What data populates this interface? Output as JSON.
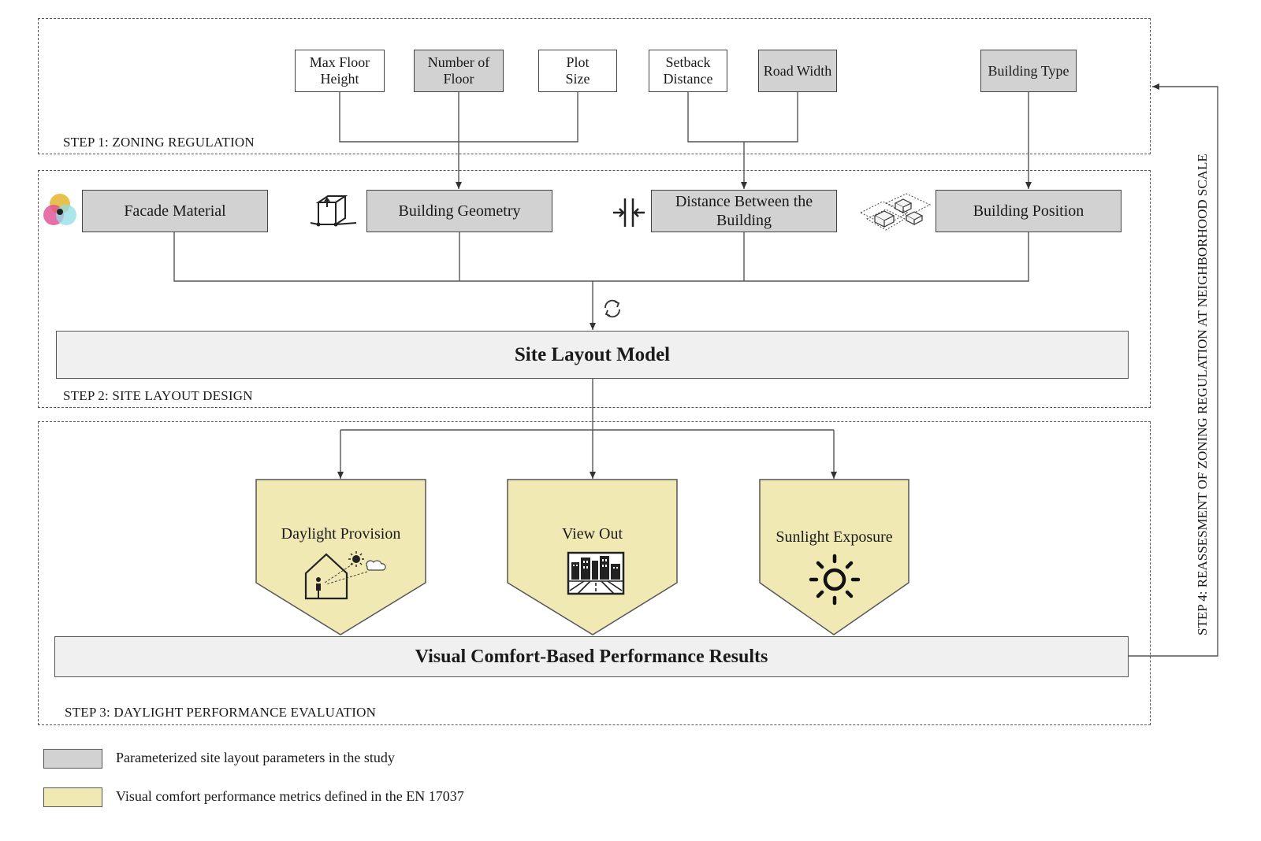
{
  "steps": {
    "step1": "STEP 1: ZONING REGULATION",
    "step2": "STEP 2: SITE LAYOUT DESIGN",
    "step3": "STEP 3: DAYLIGHT PERFORMANCE EVALUATION",
    "step4": "STEP 4: REASSESMENT OF ZONING REGULATION AT NEIGHBORHOOD SCALE"
  },
  "zoning_parameters": [
    {
      "line1": "Max Floor",
      "line2": "Height",
      "style": "white"
    },
    {
      "line1": "Number of",
      "line2": "Floor",
      "style": "gray"
    },
    {
      "line1": "Plot",
      "line2": "Size",
      "style": "white"
    },
    {
      "line1": "Setback",
      "line2": "Distance",
      "style": "white"
    },
    {
      "line1": "Road Width",
      "line2": "",
      "style": "gray"
    },
    {
      "line1": "Building Type",
      "line2": "",
      "style": "gray"
    }
  ],
  "design_parameters": [
    {
      "line1": "Facade Material",
      "line2": "",
      "icon": "color-wheel-icon"
    },
    {
      "line1": "Building Geometry",
      "line2": "",
      "icon": "cube-icon"
    },
    {
      "line1": "Distance Between the",
      "line2": "Building",
      "icon": "distance-icon"
    },
    {
      "line1": "Building Position",
      "line2": "",
      "icon": "buildings-plan-icon"
    }
  ],
  "site_layout_model": "Site Layout Model",
  "metrics": [
    {
      "label": "Daylight Provision",
      "icon": "house-daylight-icon"
    },
    {
      "label": "View Out",
      "icon": "city-view-icon"
    },
    {
      "label": "Sunlight Exposure",
      "icon": "sun-icon"
    }
  ],
  "results": "Visual Comfort-Based Performance Results",
  "legend": [
    {
      "text": "Parameterized site layout parameters in the study",
      "color": "#d2d2d2"
    },
    {
      "text": "Visual comfort performance metrics defined in the EN 17037",
      "color": "#f0e9b4"
    }
  ],
  "colors": {
    "parameter_gray": "#d2d2d2",
    "metric_yellow": "#f0e9b4",
    "model_bg": "#f0f0f0"
  }
}
